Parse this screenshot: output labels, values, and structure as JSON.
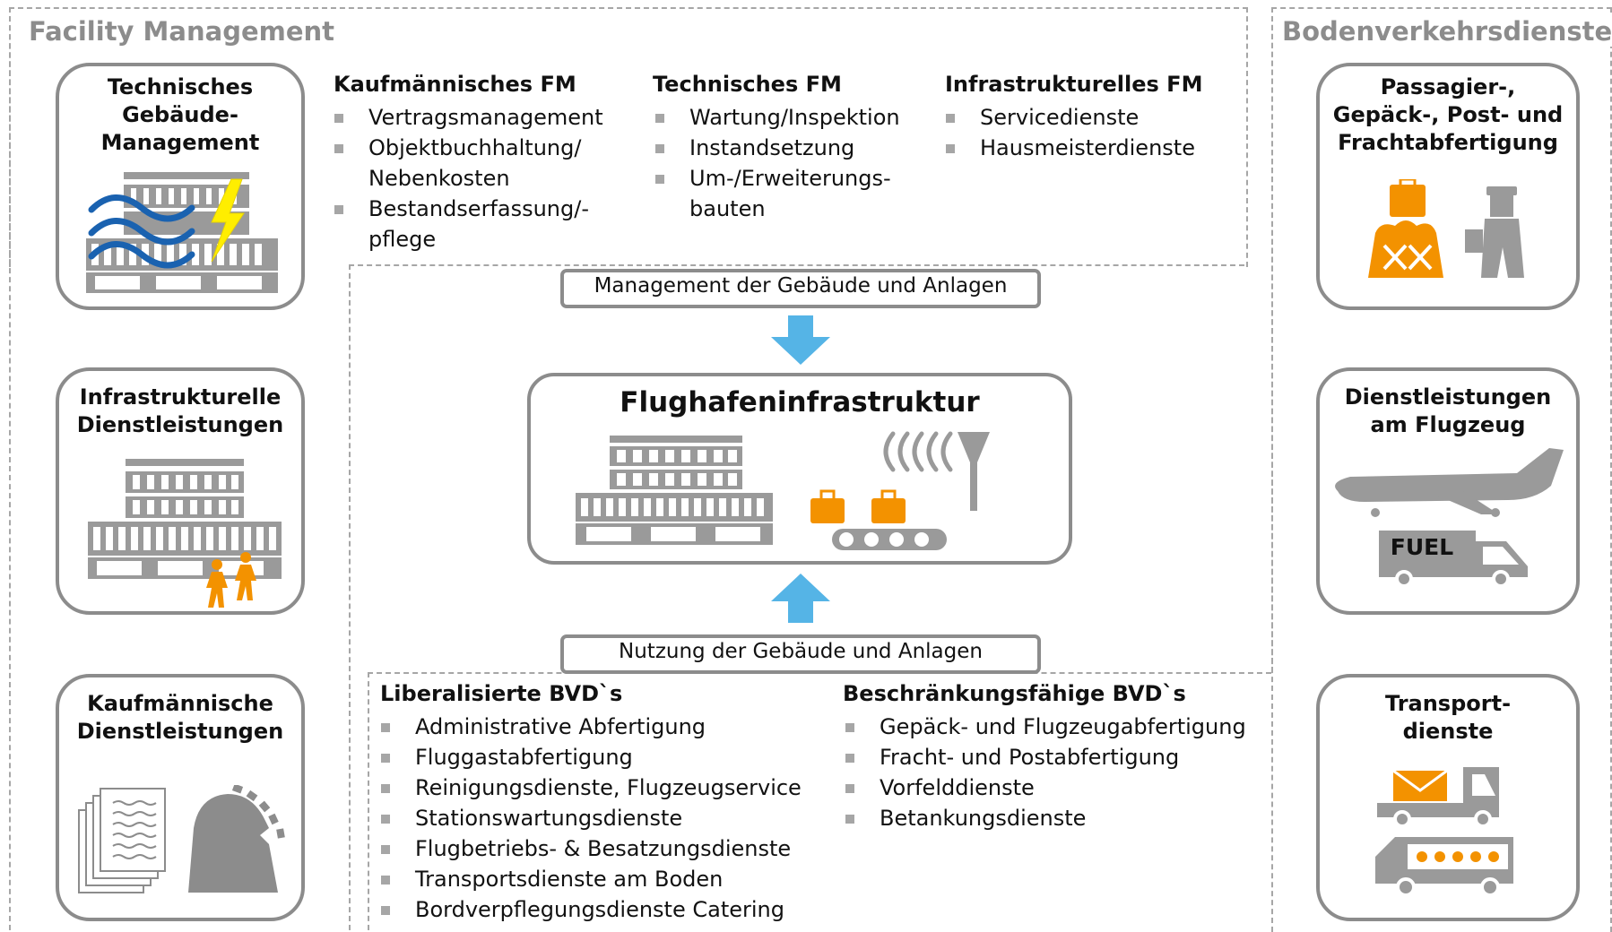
{
  "facility_management": {
    "title": "Facility Management",
    "cards": [
      {
        "title": "Technisches\nGebäude-\nManagement"
      },
      {
        "title": "Infrastrukturelle\nDienstleistungen"
      },
      {
        "title": "Kaufmännische\nDienstleistungen"
      }
    ],
    "columns": [
      {
        "heading": "Kaufmännisches FM",
        "items": [
          "Vertragsmanagement",
          "Objektbuchhaltung/\nNebenkosten",
          "Bestandserfassung/-\npflege"
        ]
      },
      {
        "heading": "Technisches FM",
        "items": [
          "Wartung/Inspektion",
          "Instandsetzung",
          "Um-/Erweiterungs-\nbauten"
        ]
      },
      {
        "heading": "Infrastrukturelles FM",
        "items": [
          "Servicedienste",
          "Hausmeisterdienste"
        ]
      }
    ]
  },
  "center": {
    "management_label": "Management der Gebäude und Anlagen",
    "infrastructure_title": "Flughafeninfrastruktur",
    "usage_label": "Nutzung der Gebäude und Anlagen"
  },
  "bvd_lists": {
    "liberalized": {
      "heading": "Liberalisierte BVD`s",
      "items": [
        "Administrative Abfertigung",
        "Fluggastabfertigung",
        "Reinigungsdienste, Flugzeugservice",
        "Stationswartungsdienste",
        "Flugbetriebs- & Besatzungsdienste",
        "Transportsdienste am Boden",
        "Bordverpflegungsdienste Catering"
      ]
    },
    "restrictable": {
      "heading": "Beschränkungsfähige BVD`s",
      "items": [
        "Gepäck- und Flugzeugabfertigung",
        "Fracht- und Postabfertigung",
        "Vorfelddienste",
        "Betankungsdienste"
      ]
    }
  },
  "ground_services": {
    "title": "Bodenverkehrsdienste",
    "cards": [
      {
        "title": "Passagier-,\nGepäck-, Post- und\nFrachtabfertigung"
      },
      {
        "title": "Dienstleistungen\nam Flugzeug",
        "fuel_label": "FUEL"
      },
      {
        "title": "Transport-\ndienste"
      }
    ]
  },
  "colors": {
    "orange": "#f39200",
    "gray": "#9a9a9a",
    "blue_arrow": "#55b4e6",
    "wave_blue": "#1a62b0",
    "bolt_yellow": "#ffee00"
  }
}
